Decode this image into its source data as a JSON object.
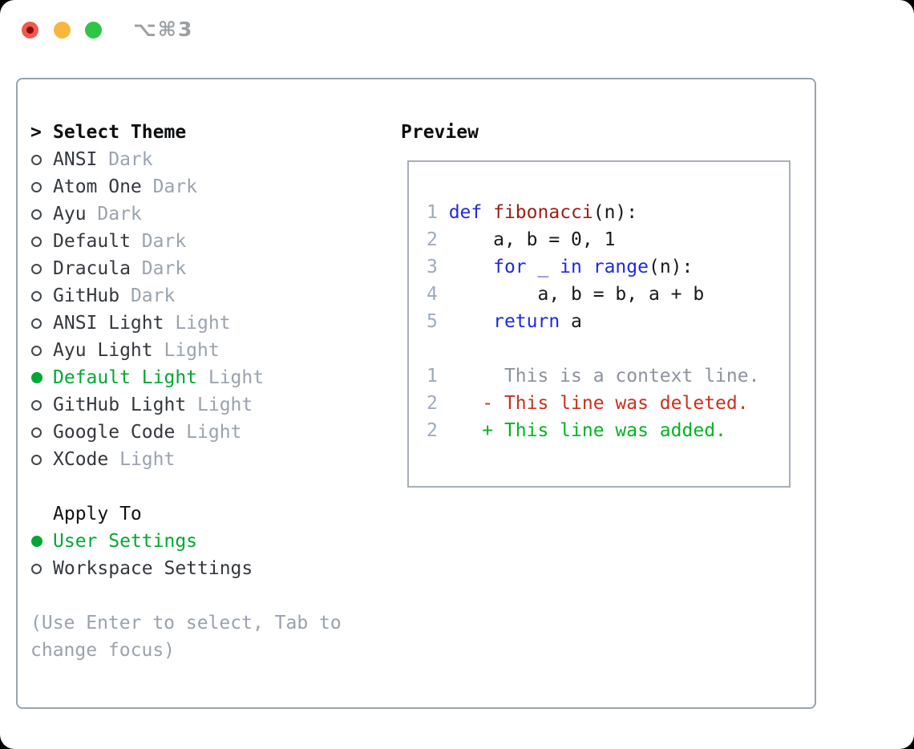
{
  "window": {
    "titlebar_shortcut": "⌥⌘3",
    "traffic_lights": [
      "close",
      "minimize",
      "zoom"
    ]
  },
  "select_theme": {
    "header_prefix": ">",
    "header": "Select Theme",
    "items": [
      {
        "name": "ANSI",
        "tag": "Dark",
        "selected": false
      },
      {
        "name": "Atom One",
        "tag": "Dark",
        "selected": false
      },
      {
        "name": "Ayu",
        "tag": "Dark",
        "selected": false
      },
      {
        "name": "Default",
        "tag": "Dark",
        "selected": false
      },
      {
        "name": "Dracula",
        "tag": "Dark",
        "selected": false
      },
      {
        "name": "GitHub",
        "tag": "Dark",
        "selected": false
      },
      {
        "name": "ANSI Light",
        "tag": "Light",
        "selected": false
      },
      {
        "name": "Ayu Light",
        "tag": "Light",
        "selected": false
      },
      {
        "name": "Default Light",
        "tag": "Light",
        "selected": true
      },
      {
        "name": "GitHub Light",
        "tag": "Light",
        "selected": false
      },
      {
        "name": "Google Code",
        "tag": "Light",
        "selected": false
      },
      {
        "name": "XCode",
        "tag": "Light",
        "selected": false
      }
    ]
  },
  "apply_to": {
    "header": "Apply To",
    "items": [
      {
        "name": "User Settings",
        "selected": true
      },
      {
        "name": "Workspace Settings",
        "selected": false
      }
    ]
  },
  "hint_lines": [
    "(Use Enter to select, Tab to",
    "change focus)"
  ],
  "preview": {
    "title": "Preview",
    "lines": [
      {
        "tokens": [
          {
            "t": "1 ",
            "c": "num"
          },
          {
            "t": "def",
            "c": "kw"
          },
          {
            "t": " ",
            "c": "code"
          },
          {
            "t": "fibonacci",
            "c": "fn"
          },
          {
            "t": "(n):",
            "c": "code"
          }
        ]
      },
      {
        "tokens": [
          {
            "t": "2 ",
            "c": "num"
          },
          {
            "t": "    a, b = 0, 1",
            "c": "code"
          }
        ]
      },
      {
        "tokens": [
          {
            "t": "3 ",
            "c": "num"
          },
          {
            "t": "    ",
            "c": "code"
          },
          {
            "t": "for _ in range",
            "c": "kw"
          },
          {
            "t": "(n):",
            "c": "code"
          }
        ]
      },
      {
        "tokens": [
          {
            "t": "4 ",
            "c": "num"
          },
          {
            "t": "        a, b = b, a + b",
            "c": "code"
          }
        ]
      },
      {
        "tokens": [
          {
            "t": "5 ",
            "c": "num"
          },
          {
            "t": "    ",
            "c": "code"
          },
          {
            "t": "return",
            "c": "kw"
          },
          {
            "t": " a",
            "c": "code"
          }
        ]
      },
      {
        "tokens": []
      },
      {
        "tokens": [
          {
            "t": "1",
            "c": "num"
          },
          {
            "t": "      This is a context line.",
            "c": "ctx"
          }
        ]
      },
      {
        "tokens": [
          {
            "t": "2",
            "c": "num"
          },
          {
            "t": "    - This line was deleted.",
            "c": "del"
          }
        ]
      },
      {
        "tokens": [
          {
            "t": "2",
            "c": "num"
          },
          {
            "t": "    + This line was added.",
            "c": "add"
          }
        ]
      }
    ]
  },
  "colors": {
    "selected": "#00a832",
    "kw": "#1e2ae0",
    "fn": "#9e1d13",
    "code": "#17191c",
    "num": "#9cabbd",
    "ctx": "#8d939c",
    "del": "#c8321e",
    "add": "#00b51f",
    "traffic_red": "#f4574e",
    "traffic_yellow": "#f8b73c",
    "traffic_green": "#2fc547",
    "border_gray": "#99a2ae"
  }
}
